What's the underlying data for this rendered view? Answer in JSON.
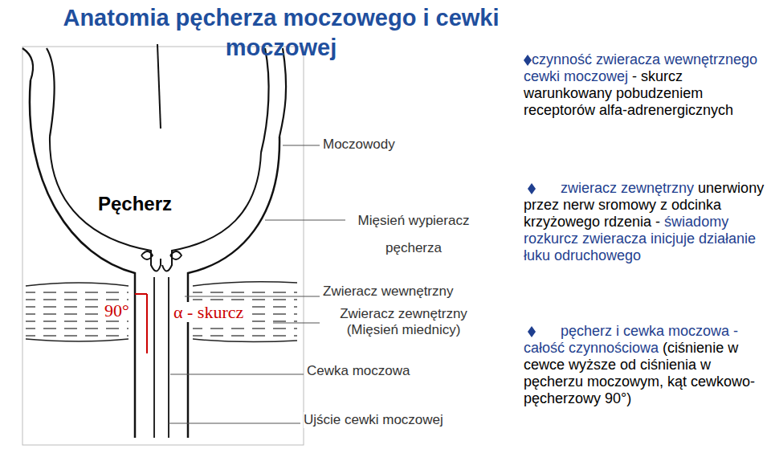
{
  "diagram": {
    "title": "Anatomia pęcherza moczowego i cewki moczowej",
    "labels": [
      "Moczowody",
      "Pęcherz",
      "Mięsień wypieracz pęcherza",
      "Zwieracz wewnętrzny",
      "90°",
      "α - skurcz",
      "Zwieracz zewnętrzny (Mięsień miednicy)",
      "Cewka moczowa",
      "Ujście cewki moczowej",
      "czynność zwieracza wewnętrznego cewki moczowej",
      "- skurcz warunkowany pobudzeniem receptorów alfa-adrenergicznych",
      "zwieracz zewnętrzny",
      "unerwiony przez nerw sromowy z odcinka krzyżowego rdzenia -",
      "świadomy rozkurcz zwieracza inicjuje działanie łuku odruchowego",
      "pęcherz i cewka moczowa - całość czynnościowa",
      "(ciśnienie w cewce wyższe od ciśnienia w pęcherzu moczowym, kąt cewkowo-pęcherzowy 90°)"
    ]
  }
}
